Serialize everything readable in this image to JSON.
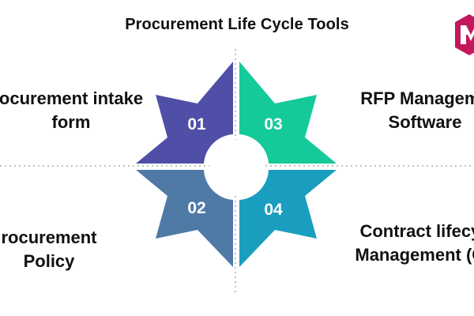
{
  "title": "Procurement Life Cycle Tools",
  "logo": {
    "name": "logo-mark",
    "color": "#c2185b"
  },
  "quadrants": [
    {
      "number": "01",
      "color": "#4f4fa8",
      "label_line1": "ocurement intake",
      "label_line2": "form"
    },
    {
      "number": "02",
      "color": "#4f7aa6",
      "label_line1": "rocurement",
      "label_line2": "Policy"
    },
    {
      "number": "03",
      "color": "#14c99a",
      "label_line1": "RFP Manageme",
      "label_line2": "Software"
    },
    {
      "number": "04",
      "color": "#1a9ec0",
      "label_line1": "Contract lifecyc",
      "label_line2": "Management (CL"
    }
  ],
  "divider_color": "#9a9a9a"
}
